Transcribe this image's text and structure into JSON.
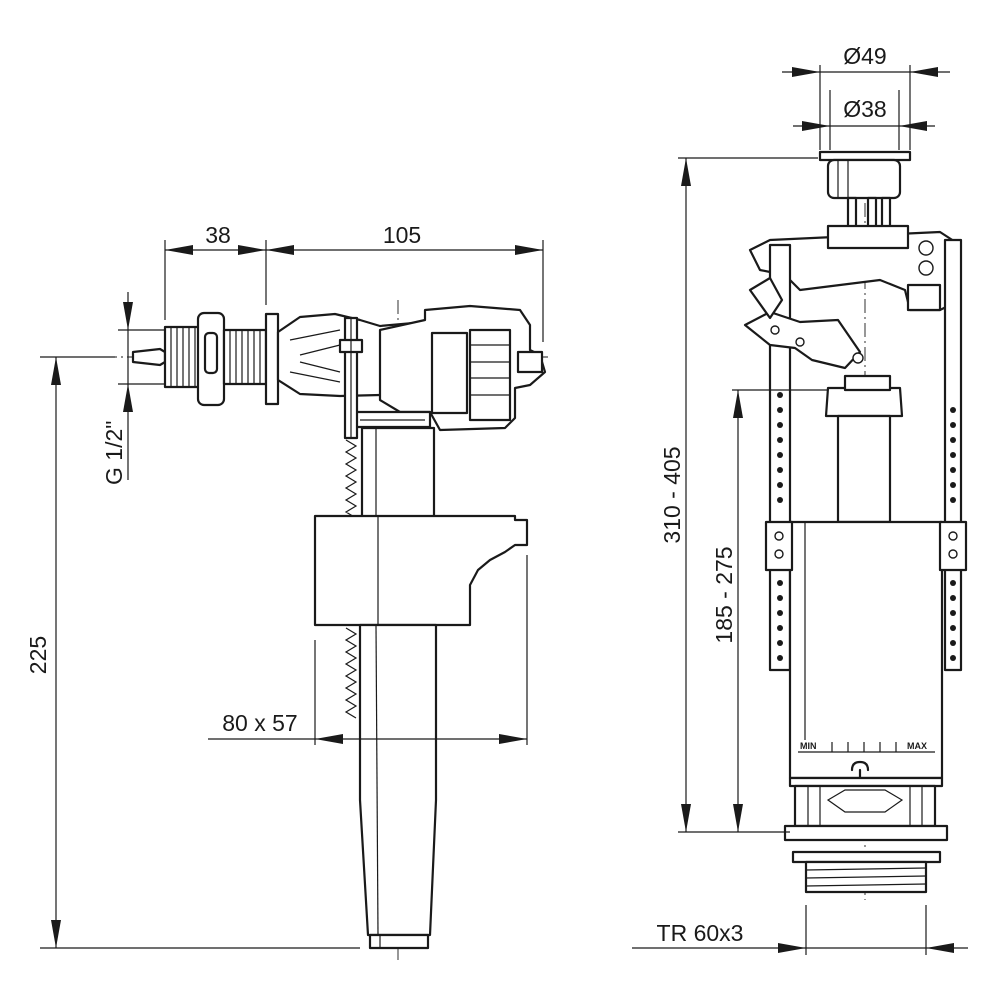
{
  "fill_valve": {
    "dims": {
      "nut_offset": "38",
      "body_length": "105",
      "inlet_thread": "G 1/2\"",
      "height": "225",
      "float_size": "80 x 57"
    }
  },
  "flush_valve": {
    "dims": {
      "button_outer": "Ø49",
      "button_inner": "Ø38",
      "total_height": "310 - 405",
      "overflow_height": "185 - 275",
      "thread": "TR 60x3",
      "scale_min": "MIN",
      "scale_max": "MAX"
    }
  }
}
